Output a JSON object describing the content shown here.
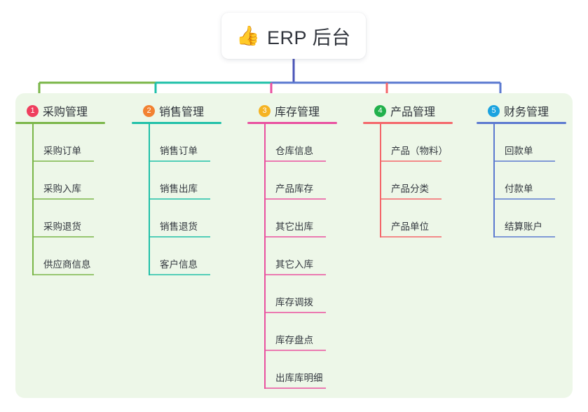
{
  "root": {
    "icon": "thumbs-up-icon",
    "emoji": "👍",
    "title": "ERP 后台"
  },
  "colors": {
    "page_background": "#ffffff",
    "panel_background": "#edf7e8",
    "root_text": "#30343c",
    "branch_colors": [
      "#7ab648",
      "#1fc0a8",
      "#e9509f",
      "#f4666a",
      "#5b79d0"
    ],
    "trunk_color": "#4b55b8",
    "badge_colors": [
      "#ef3f5e",
      "#f28232",
      "#f5b323",
      "#22b14c",
      "#1ba3e0"
    ]
  },
  "branches": [
    {
      "index": "1",
      "title": "采购管理",
      "badge_color": "#ef3f5e",
      "line_color": "#7ab648",
      "children": [
        "采购订单",
        "采购入库",
        "采购退货",
        "供应商信息"
      ]
    },
    {
      "index": "2",
      "title": "销售管理",
      "badge_color": "#f28232",
      "line_color": "#1fc0a8",
      "children": [
        "销售订单",
        "销售出库",
        "销售退货",
        "客户信息"
      ]
    },
    {
      "index": "3",
      "title": "库存管理",
      "badge_color": "#f5b323",
      "line_color": "#e9509f",
      "children": [
        "仓库信息",
        "产品库存",
        "其它出库",
        "其它入库",
        "库存调拨",
        "库存盘点",
        "出库库明细"
      ]
    },
    {
      "index": "4",
      "title": "产品管理",
      "badge_color": "#22b14c",
      "line_color": "#f4666a",
      "children": [
        "产品（物料）",
        "产品分类",
        "产品单位"
      ]
    },
    {
      "index": "5",
      "title": "财务管理",
      "badge_color": "#1ba3e0",
      "line_color": "#5b79d0",
      "children": [
        "回款单",
        "付款单",
        "结算账户"
      ]
    }
  ]
}
